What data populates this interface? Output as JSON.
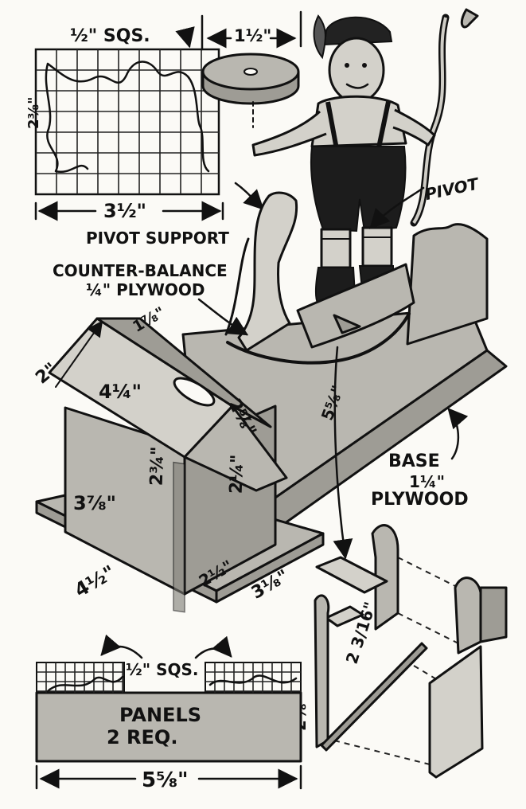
{
  "labels": {
    "half_sqs_top": "½\" SQS.",
    "one_half_top": "1½\"",
    "dim_2_3_8": "2⅜\"",
    "dim_3_1_2": "3½\"",
    "pivot_support": "PIVOT SUPPORT",
    "counter_balance_line1": "COUNTER-BALANCE",
    "counter_balance_line2": "¼\" PLYWOOD",
    "pivot": "PIVOT",
    "dim_2": "2\"",
    "dim_1_7_8": "1⅞\"",
    "dim_4_1_4": "4¼\"",
    "dim_2_5_8": "2⅝\"",
    "dim_5_5_8_diag": "5⅝\"",
    "base_line1": "BASE",
    "base_line2": "1¼\"",
    "base_line3": "PLYWOOD",
    "dim_3_7_8": "3⅞\"",
    "dim_2_3_4": "2¾\"",
    "dim_2_1_4": "2¼\"",
    "dim_4_1_2": "4½\"",
    "dim_2_1_2": "2½\"",
    "dim_3_1_8": "3⅛\"",
    "dim_2_3_16": "2 3/16\"",
    "half_sqs_bottom": "½\" SQS.",
    "panels_line1": "PANELS",
    "panels_line2": "2 REQ.",
    "dim_2_5_8_vert": "2⅝\"",
    "dim_5_5_8": "5⅝\""
  },
  "icons": {
    "figure": "figure-with-pole-icon",
    "disc": "disc-icon"
  }
}
